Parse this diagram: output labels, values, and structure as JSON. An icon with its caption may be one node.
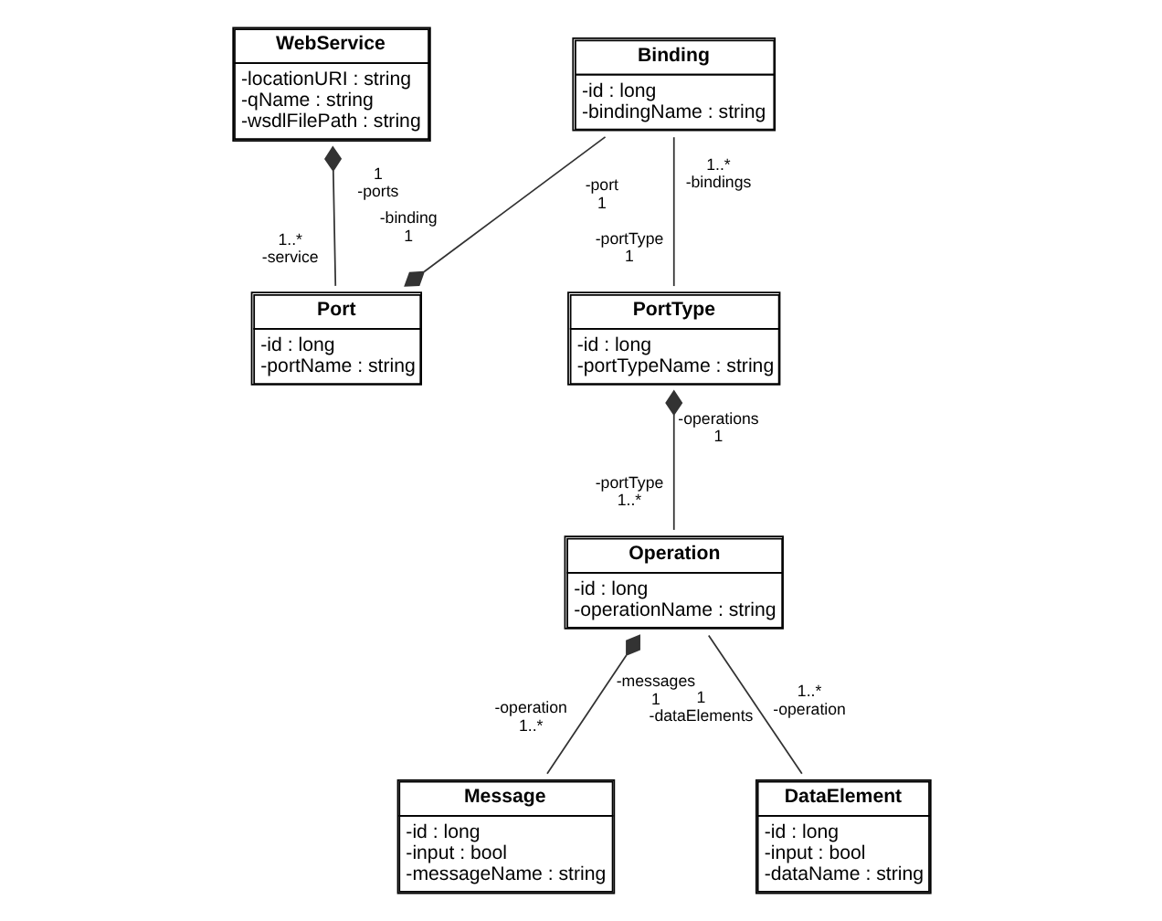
{
  "diagram": {
    "nodes": [
      {
        "text": [
          "WebService",
          "-locationURI : string",
          "-qName : string",
          "-wsdlFilePath : string"
        ]
      },
      {
        "text": [
          "Binding",
          "-id : long",
          "-bindingName : string"
        ]
      },
      {
        "text": [
          "Port",
          "-id : long",
          "-portName : string"
        ]
      },
      {
        "text": [
          "PortType",
          "-id : long",
          "-portTypeName : string"
        ]
      },
      {
        "text": [
          "Operation",
          "-id : long",
          "-operationName : string"
        ]
      },
      {
        "text": [
          "Message",
          "-id : long",
          "-input : bool",
          "-messageName : string"
        ]
      },
      {
        "text": [
          "DataElement",
          "-id : long",
          "-input : bool",
          "-dataName : string"
        ]
      }
    ],
    "edges": [
      {
        "from": 0,
        "to": 2,
        "arrow": "other"
      },
      {
        "from": 2,
        "to": 1,
        "arrow": "other"
      },
      {
        "from": 1,
        "to": 3,
        "arrow": "none"
      },
      {
        "from": 3,
        "to": 4,
        "arrow": "other"
      },
      {
        "from": 4,
        "to": 5,
        "arrow": "other"
      },
      {
        "from": 4,
        "to": 6,
        "arrow": "none"
      }
    ],
    "labels": [
      "1",
      "-ports",
      "1..*",
      "1..*",
      "-service",
      "-bindings",
      "-portType",
      "1",
      "-binding",
      "-port",
      "1",
      "1",
      "-operations",
      "1",
      "-messages",
      "-portType",
      "-operation",
      "1..*",
      "1",
      "1..*",
      "1",
      "-dataElements",
      "1..*",
      "-operation"
    ]
  }
}
